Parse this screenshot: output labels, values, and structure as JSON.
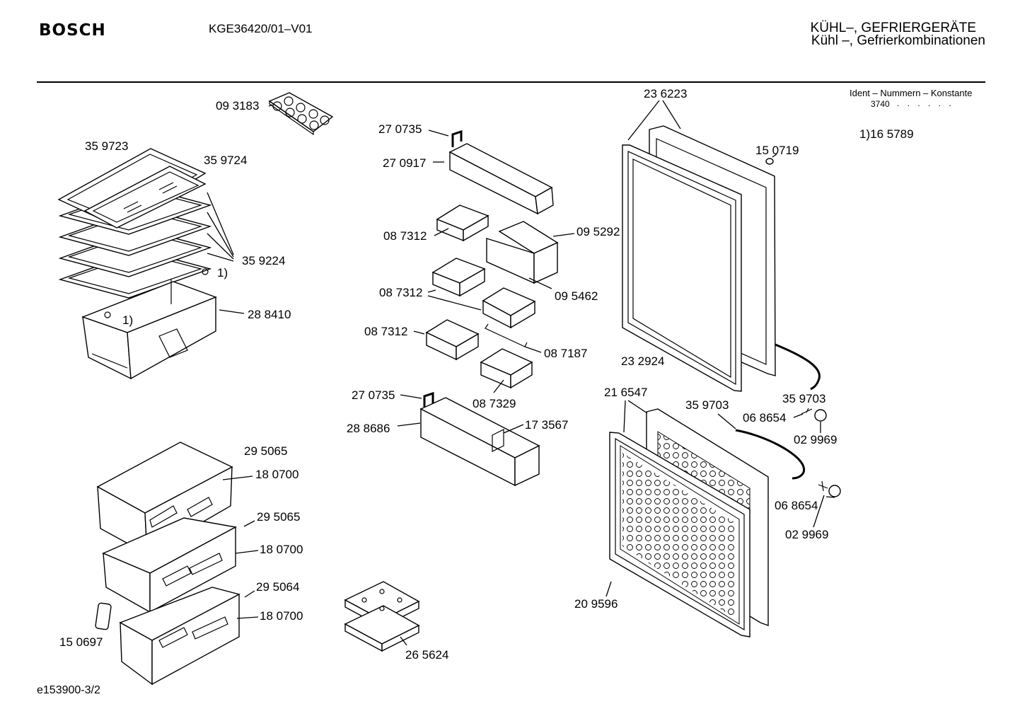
{
  "header": {
    "brand": "BOSCH",
    "model": "KGE36420/01–V01",
    "category_line1": "KÜHL–, GEFRIERGERÄTE",
    "category_line2": "Kühl –, Gefrierkombinationen"
  },
  "ident": {
    "title": "Ident – Nummern – Konstante",
    "value": "3740",
    "dots": ". .   . . . ."
  },
  "note": "1)16 5789",
  "footer": "e153900-3/2",
  "labels": {
    "p093183": "09 3183",
    "p359723": "35 9723",
    "p359724": "35 9724",
    "p359224": "35 9224",
    "fn1a": "1)",
    "fn1b": "1)",
    "p288410": "28 8410",
    "p270735a": "27 0735",
    "p270917": "27 0917",
    "p087312a": "08 7312",
    "p095292": "09 5292",
    "p095462": "09 5462",
    "p087312b": "08 7312",
    "p087312c": "08 7312",
    "p087187": "08 7187",
    "p087329": "08 7329",
    "p270735b": "27 0735",
    "p288686": "28 8686",
    "p173567": "17 3567",
    "p236223": "23 6223",
    "p150719": "15 0719",
    "p232924": "23 2924",
    "p359703a": "35 9703",
    "p216547": "21 6547",
    "p359703b": "35 9703",
    "p068654a": "06 8654",
    "p029969a": "02 9969",
    "p068654b": "06 8654",
    "p029969b": "02 9969",
    "p209596": "20 9596",
    "p295065a": "29 5065",
    "p180700a": "18 0700",
    "p295065b": "29 5065",
    "p180700b": "18 0700",
    "p295064": "29 5064",
    "p180700c": "18 0700",
    "p150697": "15 0697",
    "p265624": "26 5624"
  }
}
